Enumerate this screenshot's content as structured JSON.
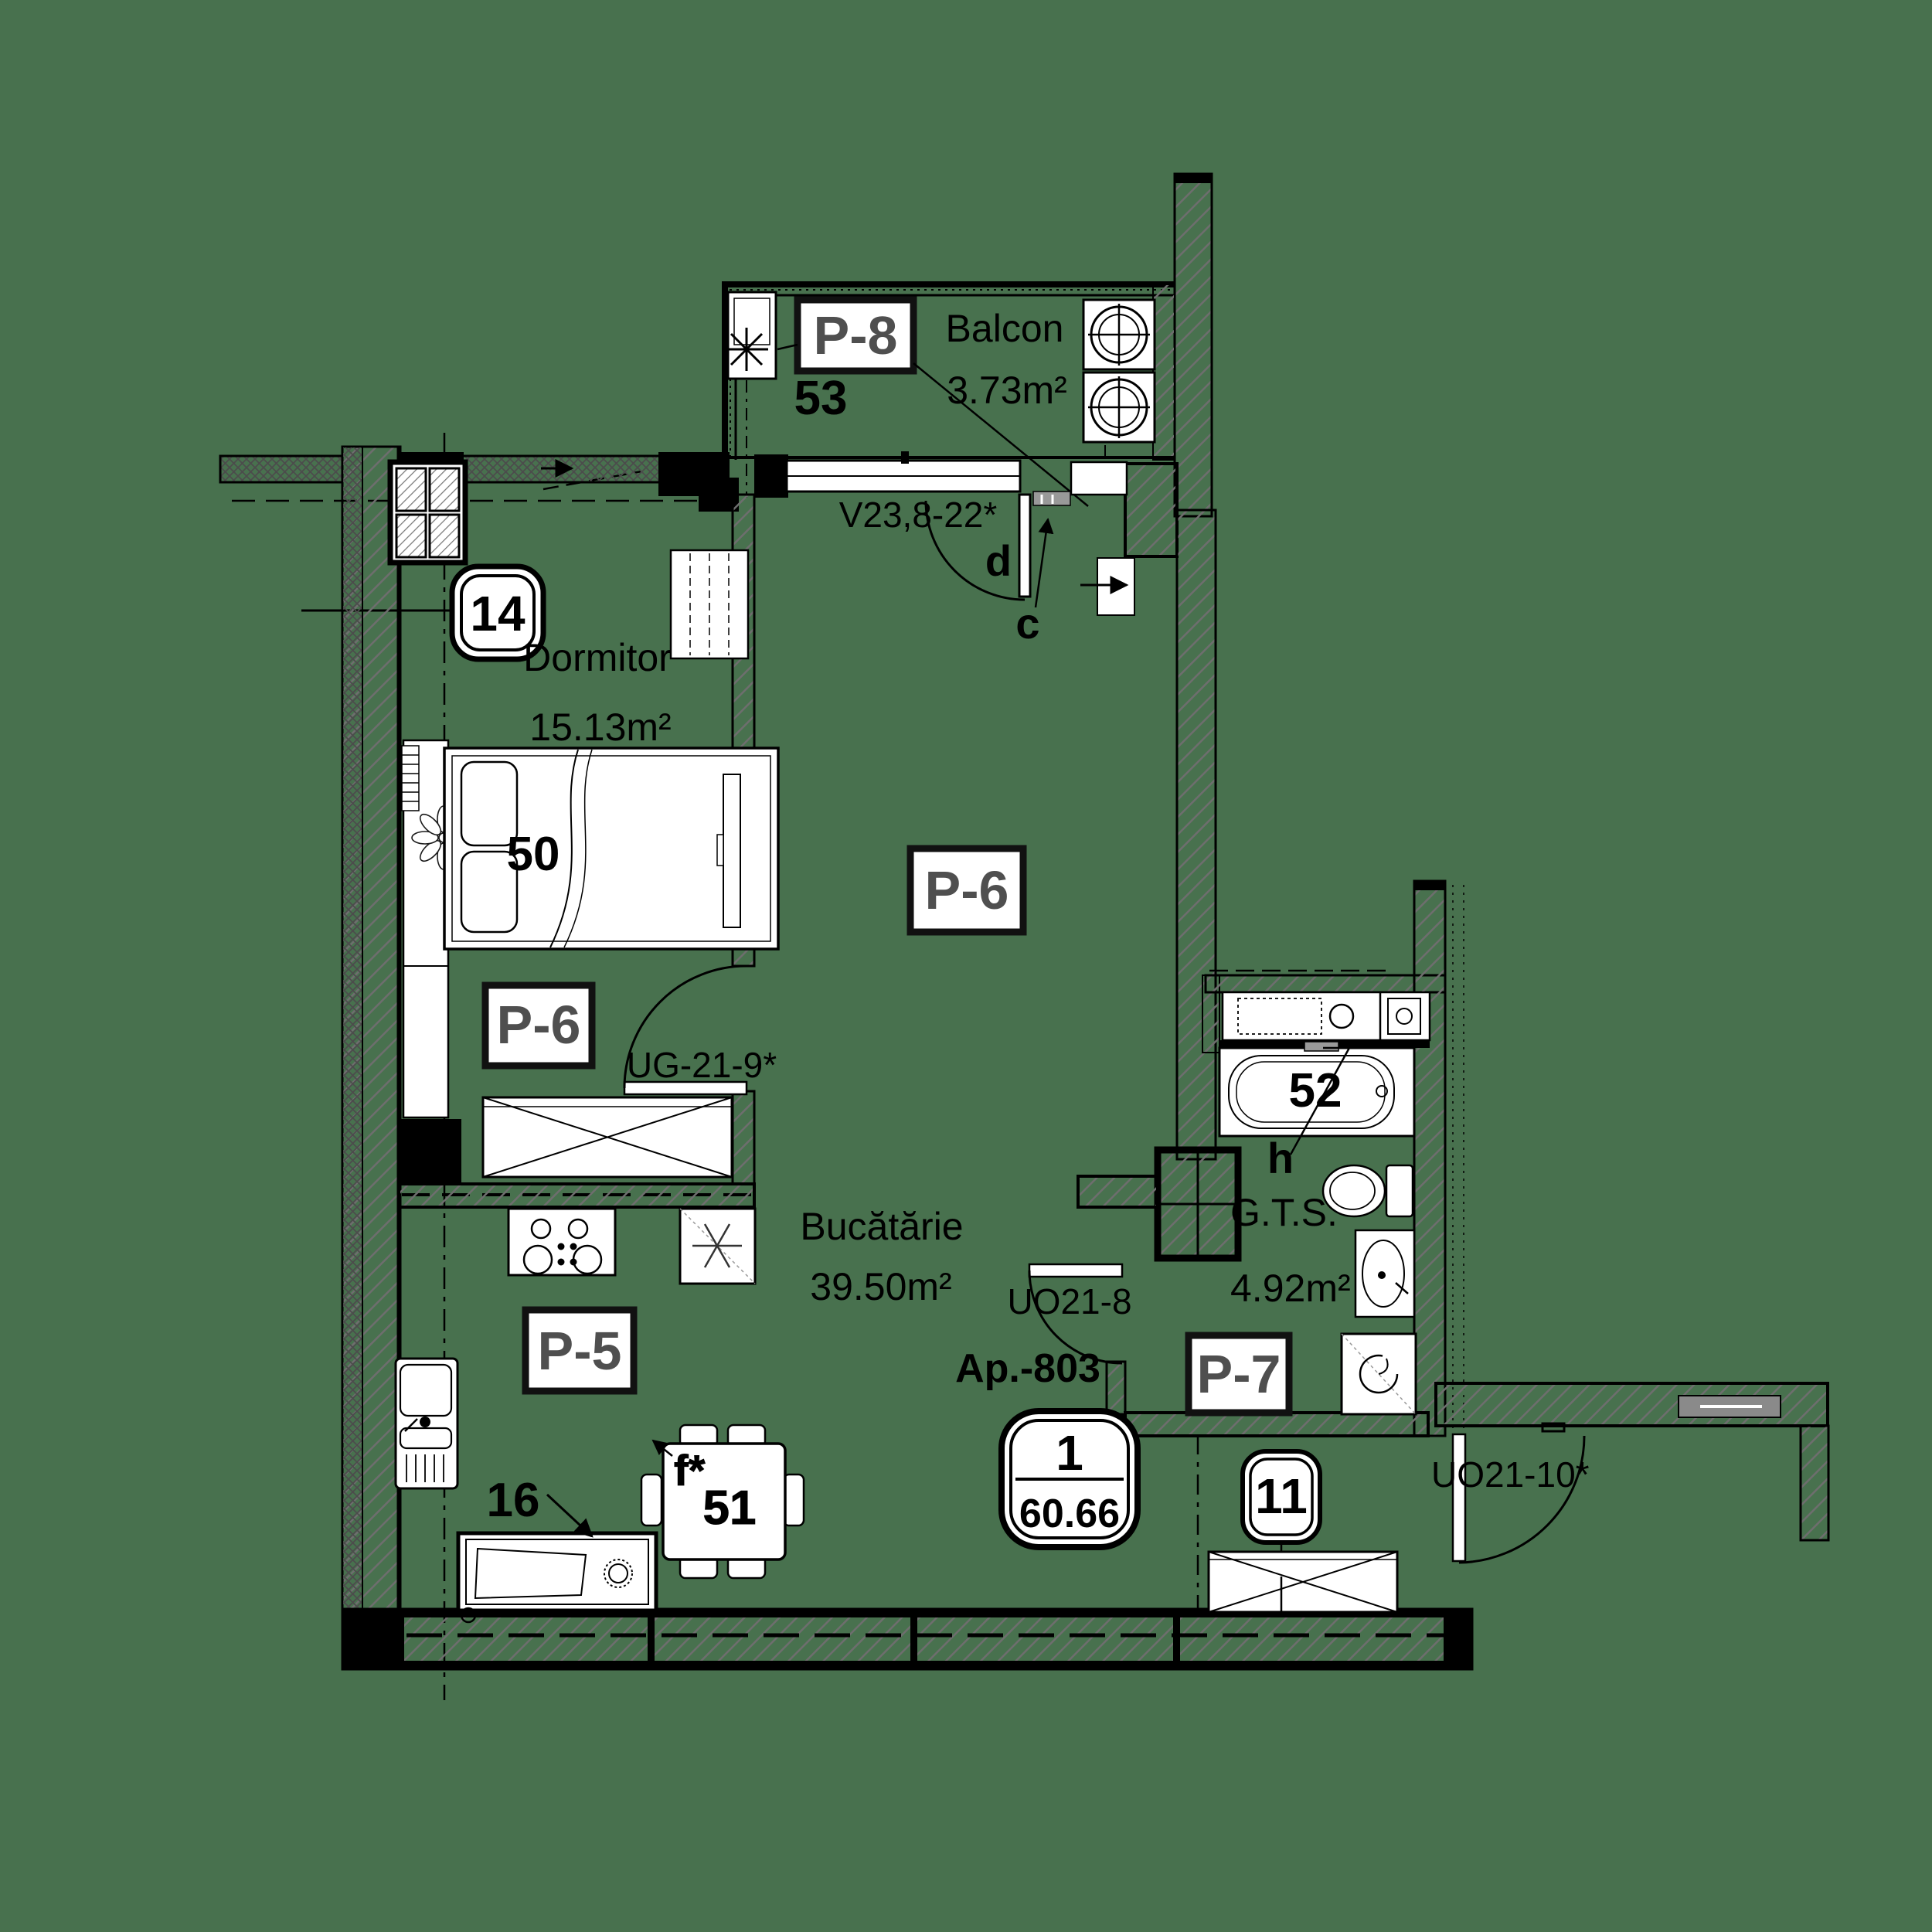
{
  "floorplan": {
    "apartment": {
      "id": "Ap.-803",
      "badge": {
        "count": "1",
        "area": "60.66"
      }
    },
    "rooms": {
      "balcony": {
        "name": "Balcon",
        "area": "3.73m²",
        "finish": "P-8",
        "ac_unit_no": "53"
      },
      "bedroom": {
        "name": "Dormitor",
        "area": "15.13m²",
        "finish": "P-6",
        "bed_no": "50",
        "axis_badge": "14"
      },
      "kitchen": {
        "name": "Bucătărie",
        "area": "39.50m²",
        "finish_living": "P-6",
        "finish_kitchen": "P-5",
        "table_no": "51",
        "table_note": "f*",
        "tv_no": "16"
      },
      "bathroom": {
        "name": "G.T.S.",
        "area": "4.92m²",
        "finish": "P-7",
        "tub_no": "52",
        "boiler_note": "h"
      }
    },
    "hall": {
      "axis_badge": "11"
    },
    "openings": {
      "window_main": "V23,8-22*",
      "bedroom_door": "UG-21-9*",
      "bathroom_door": "UO21-8",
      "entrance_door": "UO21-10*",
      "balcony_door_note": "d",
      "sensor_note": "c"
    },
    "colors": {
      "background": "#48714e",
      "line": "#000000",
      "label_gray": "#4f4f4f",
      "furniture": "#ffffff"
    }
  }
}
